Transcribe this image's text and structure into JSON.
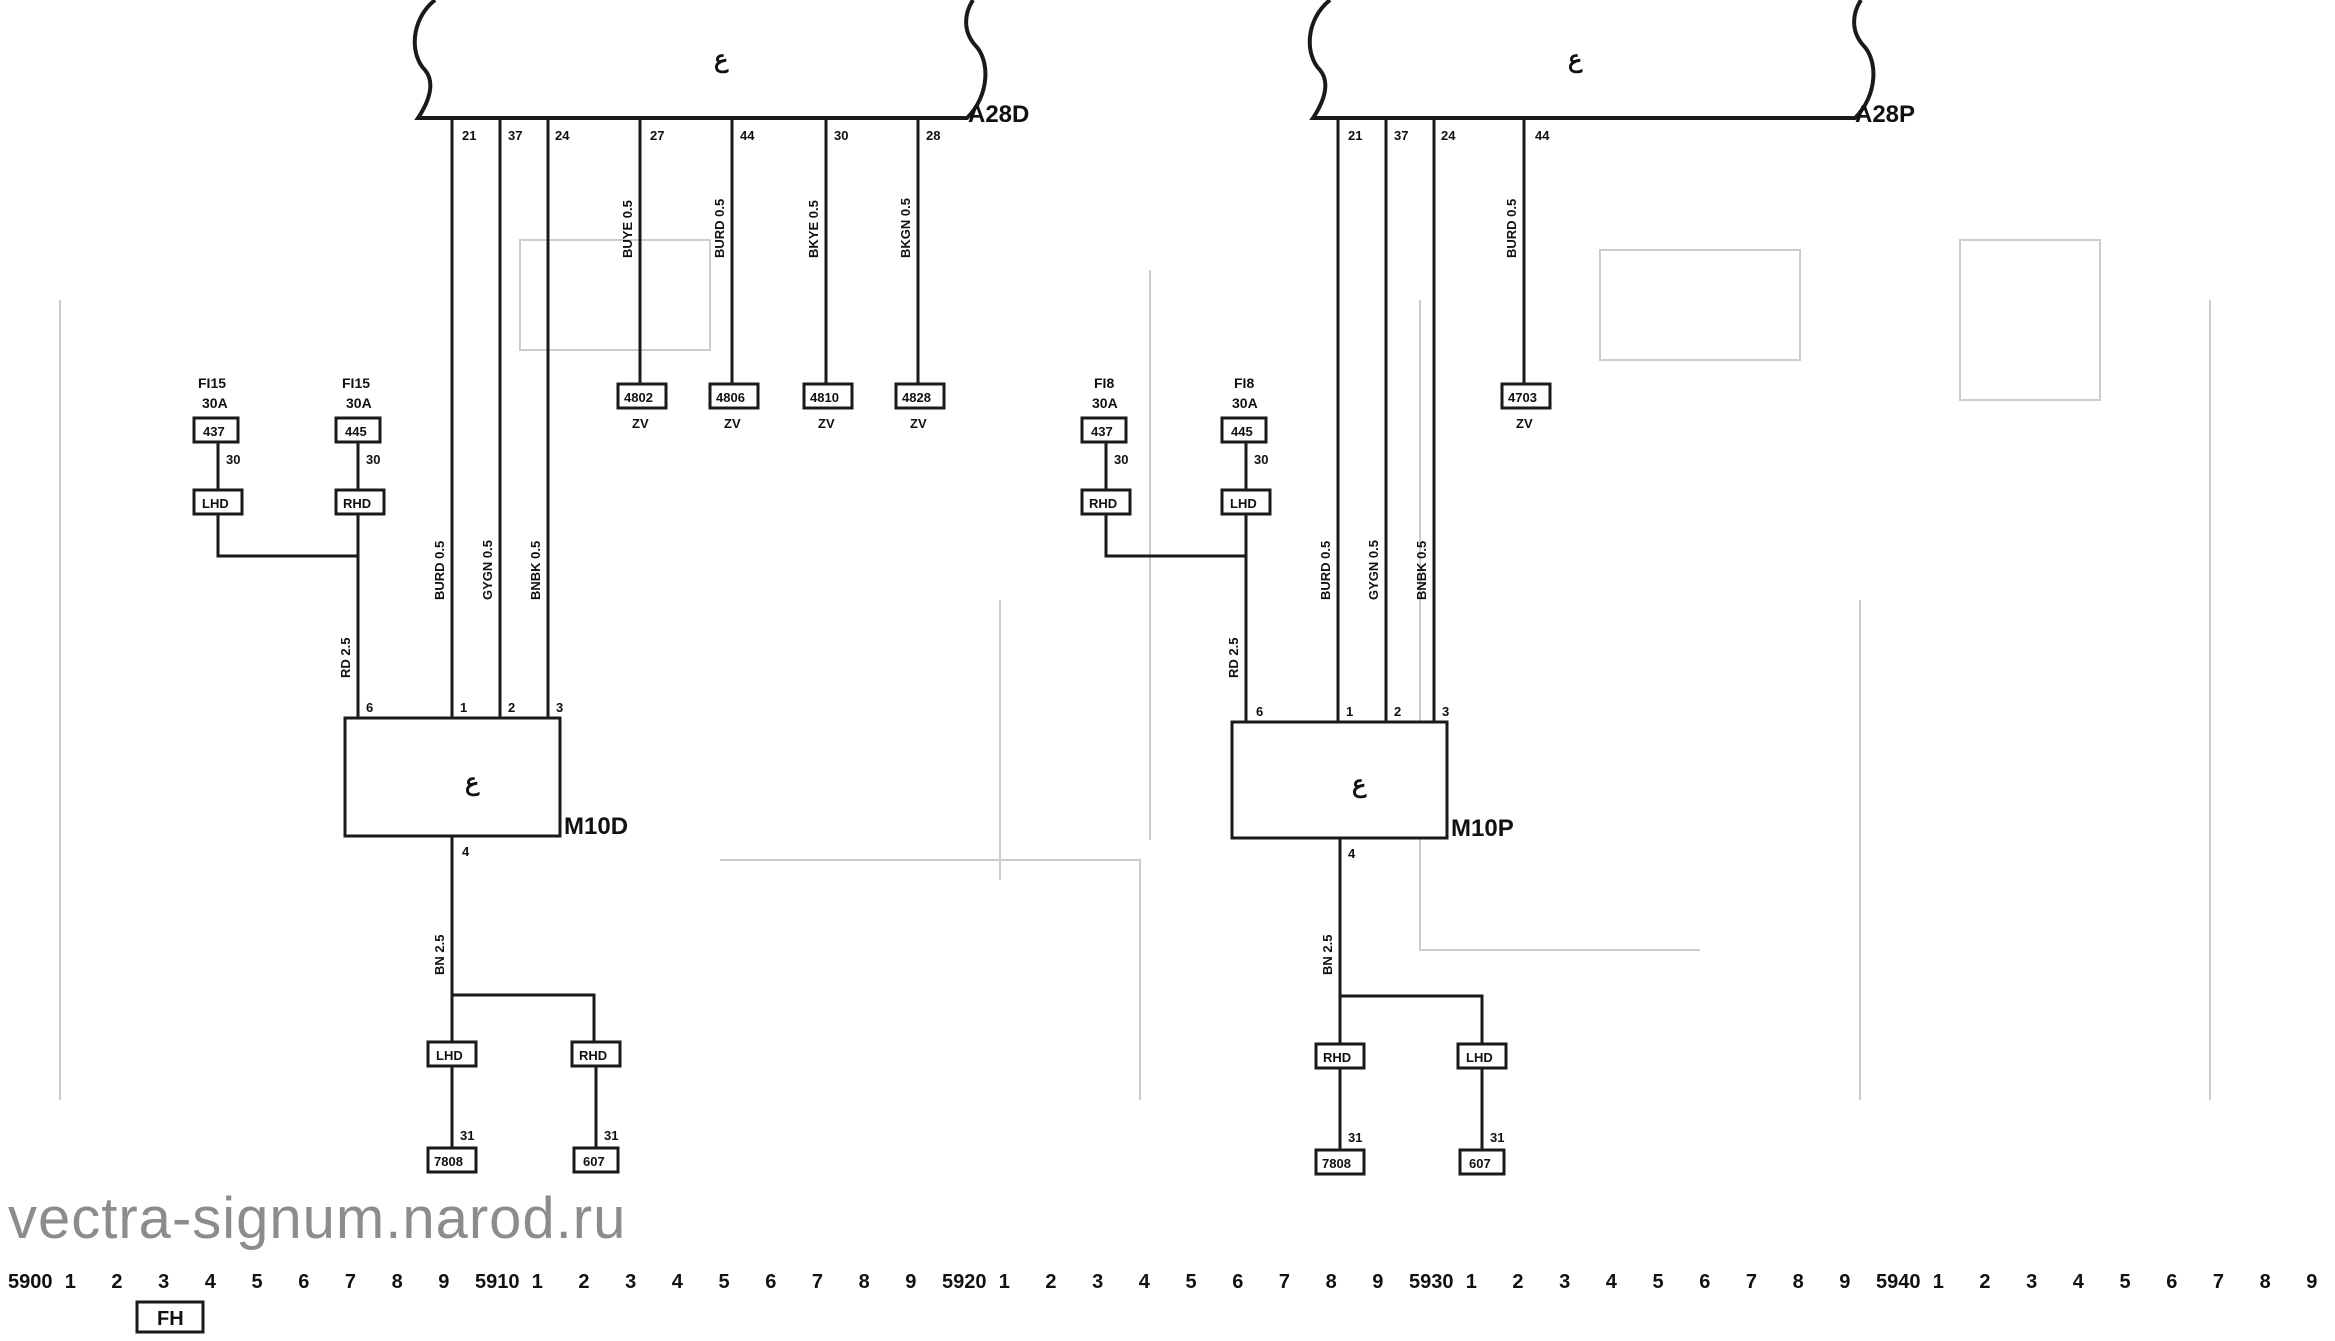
{
  "modules": [
    {
      "id": "A28D",
      "label": "A28D",
      "pins": [
        "21",
        "37",
        "24",
        "27",
        "44",
        "30",
        "28"
      ]
    },
    {
      "id": "A28P",
      "label": "A28P",
      "pins": [
        "21",
        "37",
        "24",
        "44"
      ]
    }
  ],
  "motors": [
    {
      "id": "M10D",
      "label": "M10D",
      "pins": [
        "6",
        "1",
        "2",
        "3"
      ],
      "ground_pin": "4"
    },
    {
      "id": "M10P",
      "label": "M10P",
      "pins": [
        "6",
        "1",
        "2",
        "3"
      ],
      "ground_pin": "4"
    }
  ],
  "wires_d": [
    "BURD 0.5",
    "GYGN 0.5",
    "BNBK 0.5",
    "BUYE 0.5",
    "BURD 0.5",
    "BKYE 0.5",
    "BKGN 0.5",
    "RD 2.5",
    "BN 2.5"
  ],
  "wires_p": [
    "BURD 0.5",
    "GYGN 0.5",
    "BNBK 0.5",
    "BURD 0.5",
    "RD 2.5",
    "BN 2.5"
  ],
  "terminals_d": [
    {
      "num": "4802",
      "sub": "ZV"
    },
    {
      "num": "4806",
      "sub": "ZV"
    },
    {
      "num": "4810",
      "sub": "ZV"
    },
    {
      "num": "4828",
      "sub": "ZV"
    }
  ],
  "terminals_p": [
    {
      "num": "4703",
      "sub": "ZV"
    }
  ],
  "fuses_d": [
    {
      "name": "FI15",
      "rating": "30A",
      "num": "437",
      "pin": "30",
      "variant": "LHD"
    },
    {
      "name": "FI15",
      "rating": "30A",
      "num": "445",
      "pin": "30",
      "variant": "RHD"
    }
  ],
  "fuses_p": [
    {
      "name": "FI8",
      "rating": "30A",
      "num": "437",
      "pin": "30",
      "variant": "RHD"
    },
    {
      "name": "FI8",
      "rating": "30A",
      "num": "445",
      "pin": "30",
      "variant": "LHD"
    }
  ],
  "grounds_d": [
    {
      "variant": "LHD",
      "pin": "31",
      "num": "7808"
    },
    {
      "variant": "RHD",
      "pin": "31",
      "num": "607"
    }
  ],
  "grounds_p": [
    {
      "variant": "RHD",
      "pin": "31",
      "num": "7808"
    },
    {
      "variant": "LHD",
      "pin": "31",
      "num": "607"
    }
  ],
  "ruler": [
    "5900",
    "1",
    "2",
    "3",
    "4",
    "5",
    "6",
    "7",
    "8",
    "9",
    "5910",
    "1",
    "2",
    "3",
    "4",
    "5",
    "6",
    "7",
    "8",
    "9",
    "5920",
    "1",
    "2",
    "3",
    "4",
    "5",
    "6",
    "7",
    "8",
    "9",
    "5930",
    "1",
    "2",
    "3",
    "4",
    "5",
    "6",
    "7",
    "8",
    "9",
    "5940",
    "1",
    "2",
    "3",
    "4",
    "5",
    "6",
    "7",
    "8",
    "9"
  ],
  "ruler_tag": "FH",
  "watermark": "vectra-signum.narod.ru",
  "motor_symbol": "ع"
}
